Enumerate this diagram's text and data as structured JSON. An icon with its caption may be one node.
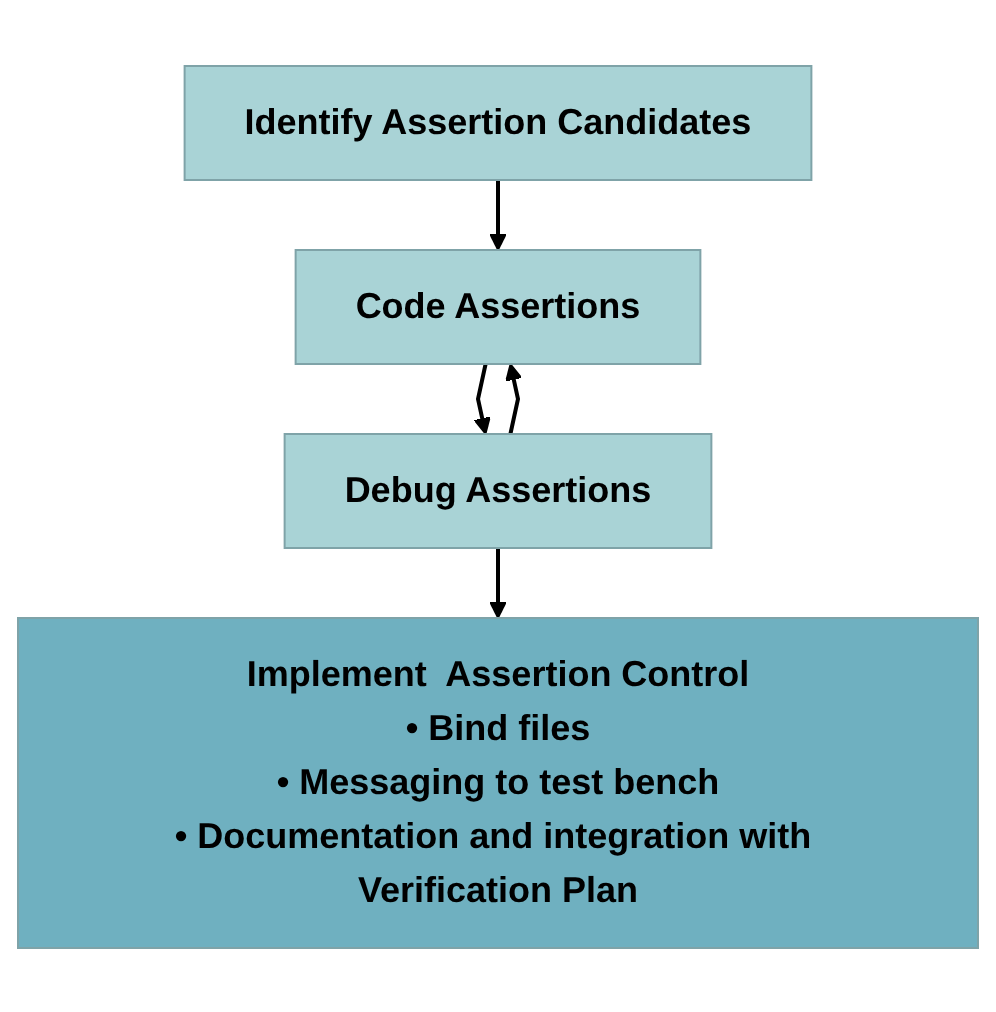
{
  "diagram": {
    "nodes": [
      {
        "text": [
          "Identify Assertion Candidates"
        ]
      },
      {
        "text": [
          "Code Assertions"
        ]
      },
      {
        "text": [
          "Debug Assertions"
        ]
      },
      {
        "text": [
          "Implement  Assertion Control",
          "• Bind files",
          "• Messaging to test bench",
          "• Documentation and integration with Verification Plan"
        ]
      }
    ],
    "edges": [
      {
        "from": 0,
        "to": 1,
        "arrow": "to"
      },
      {
        "from": 1,
        "to": 2,
        "arrow": "to"
      },
      {
        "from": 2,
        "to": 1,
        "arrow": "to"
      },
      {
        "from": 2,
        "to": 3,
        "arrow": "to"
      }
    ]
  }
}
